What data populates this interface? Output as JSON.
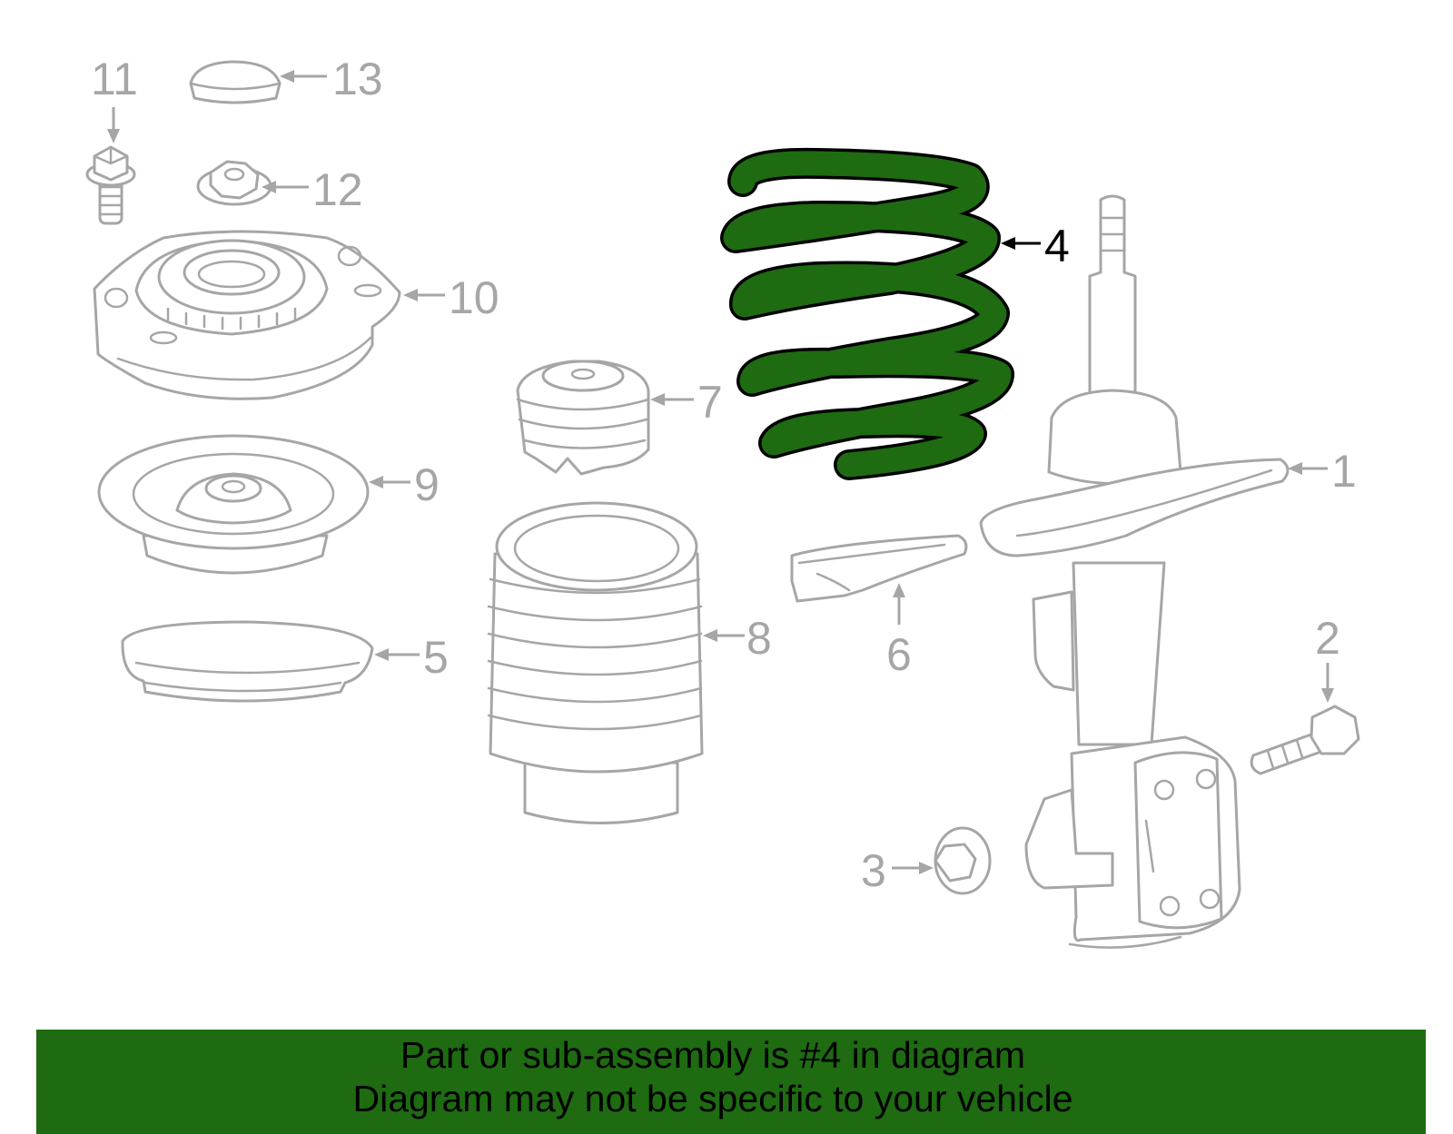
{
  "colors": {
    "line_gray": "#a6a6a6",
    "highlight_green": "#1e6b12",
    "banner_green": "#1e6b12",
    "text_black": "#000000"
  },
  "callouts": {
    "c1": "1",
    "c2": "2",
    "c3": "3",
    "c4": "4",
    "c5": "5",
    "c6": "6",
    "c7": "7",
    "c8": "8",
    "c9": "9",
    "c10": "10",
    "c11": "11",
    "c12": "12",
    "c13": "13"
  },
  "highlighted_part": "4",
  "banner": {
    "line1": "Part or sub-assembly is #4 in diagram",
    "line2": "Diagram may not be specific to your vehicle"
  }
}
